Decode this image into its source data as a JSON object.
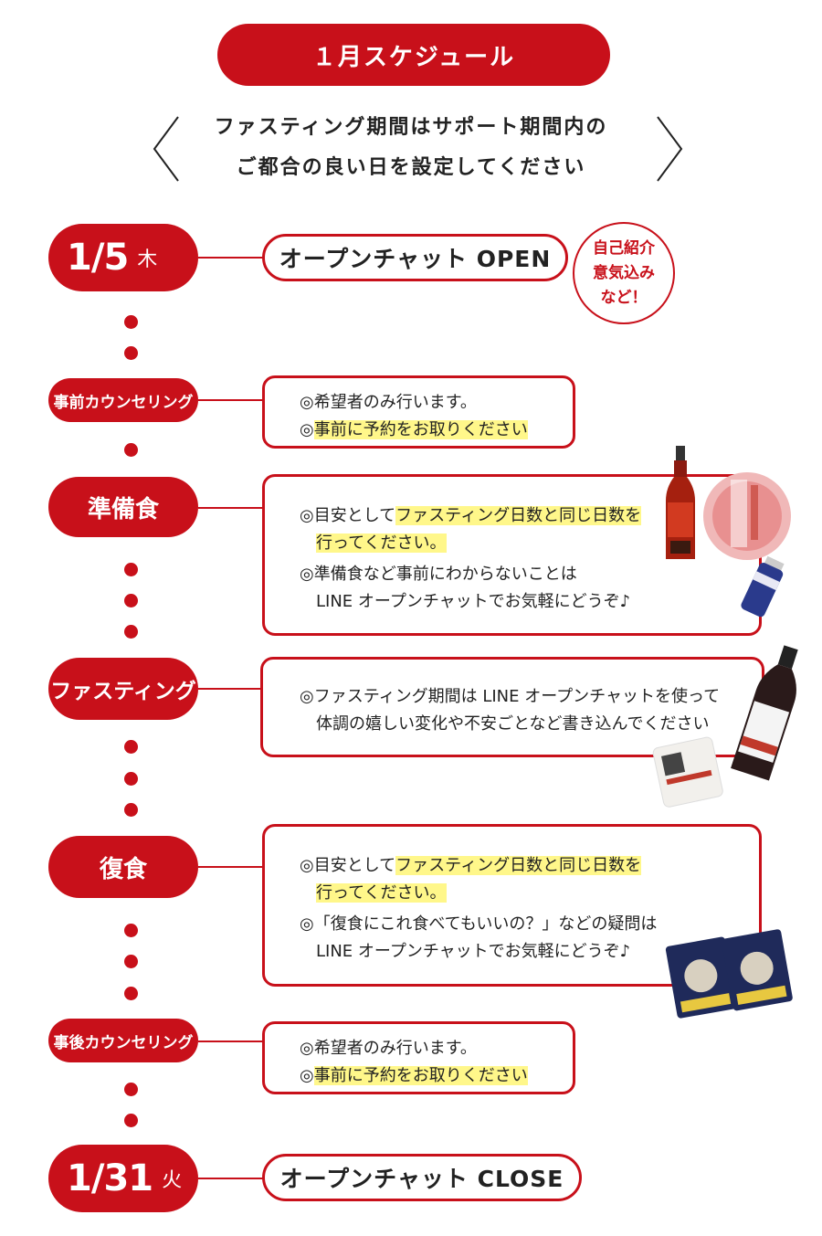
{
  "title": "１月スケジュール",
  "intro": [
    "ファスティング期間はサポート期間内の",
    "ご都合の良い日を設定してください"
  ],
  "start": {
    "date": "1/5",
    "dow": "木",
    "event": "オープンチャット OPEN",
    "bubble": [
      "自己紹介",
      "意気込み",
      "など！"
    ]
  },
  "pre_counseling": {
    "label": "事前カウンセリング",
    "lines": [
      "◎希望者のみ行います。",
      "◎",
      "事前に予約をお取りください"
    ]
  },
  "prep": {
    "label": "準備食",
    "l1a": "◎目安として",
    "l1b": "ファスティング日数と同じ日数を",
    "l2": "行ってください。",
    "l3": "◎準備食など事前にわからないことは",
    "l4": "LINE オープンチャットでお気軽にどうぞ♪"
  },
  "fasting": {
    "label": "ファスティング",
    "l1": "◎ファスティング期間は LINE オープンチャットを使って",
    "l2": "体調の嬉しい変化や不安ごとなど書き込んでください"
  },
  "recovery": {
    "label": "復食",
    "l1a": "◎目安として",
    "l1b": "ファスティング日数と同じ日数を",
    "l2": "行ってください。",
    "l3": "◎「復食にこれ食べてもいいの？」などの疑問は",
    "l4": "LINE オープンチャットでお気軽にどうぞ♪"
  },
  "post_counseling": {
    "label": "事後カウンセリング",
    "lines": [
      "◎希望者のみ行います。",
      "◎",
      "事前に予約をお取りください"
    ]
  },
  "end": {
    "date": "1/31",
    "dow": "火",
    "event": "オープンチャット CLOSE"
  },
  "colors": {
    "accent": "#c8101a",
    "highlight": "#fff78a"
  }
}
